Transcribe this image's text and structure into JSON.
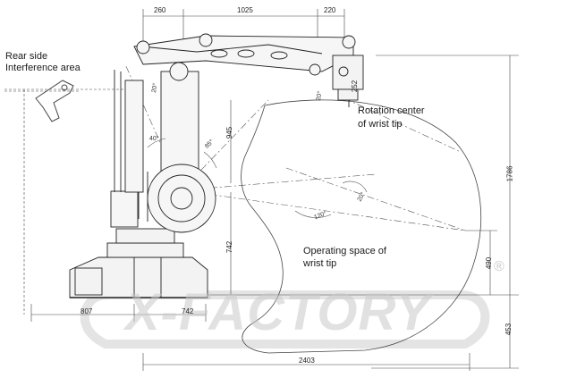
{
  "labels": {
    "rear_side_line1": "Rear side",
    "rear_side_line2": "Interference area",
    "rotation_center_line1": "Rotation center",
    "rotation_center_line2": "of wrist tip",
    "operating_space_line1": "Operating space of",
    "operating_space_line2": "wrist tip"
  },
  "dimensions": {
    "top_left": "260",
    "top_middle": "1025",
    "top_right": "220",
    "right_total": "1786",
    "right_lower": "490",
    "right_bottom": "453",
    "bottom_left": "807",
    "bottom_middle": "742",
    "bottom_total": "2403",
    "vertical_945": "945",
    "vertical_742": "742",
    "wrist_252": "252"
  },
  "angles": {
    "a20_upper": "20°",
    "a20_wrist": "20°",
    "a40": "40°",
    "a85": "85°",
    "a20_operating": "20°",
    "a120": "120°"
  },
  "watermark": {
    "brand": "X-FACTORY",
    "mark": "®"
  }
}
